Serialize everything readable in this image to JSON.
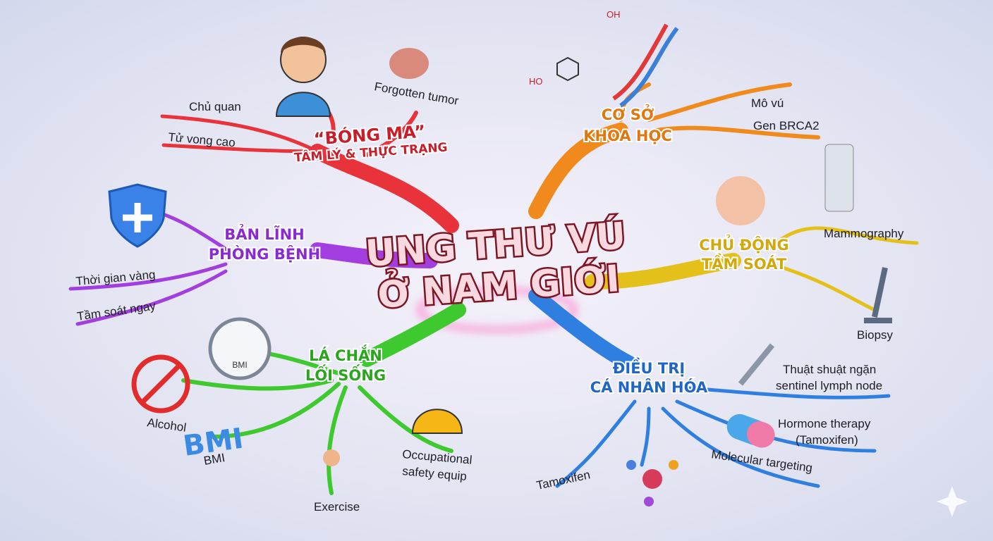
{
  "title": {
    "line1": "UNG THƯ VÚ",
    "line2": "Ở NAM GIỚI"
  },
  "colors": {
    "psych": "#e8333a",
    "science": "#f08a1c",
    "screening": "#e3c11a",
    "treatment": "#2f7fe0",
    "lifestyle": "#3ec92e",
    "prevention": "#a23ee0"
  },
  "branches": {
    "psych": {
      "line1": "“BÓNG MA”",
      "line2": "TÂM LÝ & THỰC TRẠNG",
      "leaves": [
        "Chủ quan",
        "Tử vong cao",
        "Forgotten tumor"
      ]
    },
    "science": {
      "line1": "CƠ SỞ",
      "line2": "KHOA HỌC",
      "leaves": [
        "Mô vú",
        "Gen BRCA2"
      ],
      "icon_text": [
        "HO",
        "OH"
      ]
    },
    "screening": {
      "line1": "CHỦ ĐỘNG",
      "line2": "TẦM SOÁT",
      "leaves": [
        "Mammography",
        "Biopsy"
      ]
    },
    "treatment": {
      "line1": "ĐIỀU TRỊ",
      "line2": "CÁ NHÂN HÓA",
      "leaves": [
        "Thuật shuật ngặn",
        "sentinel lymph node",
        "Hormone therapy",
        "(Tamoxifen)",
        "Molecular targeting",
        "Tamoxifen"
      ]
    },
    "lifestyle": {
      "line1": "LÁ CHẮN",
      "line2": "LỐI SỐNG",
      "leaves": [
        "Alcohol",
        "BMI",
        "Exercise",
        "Occupational",
        "safety equip"
      ],
      "icon_text": [
        "BMI",
        "BMI"
      ]
    },
    "prevention": {
      "line1": "BẢN LĨNH",
      "line2": "PHÒNG BỆNH",
      "leaves": [
        "Thời gian vàng",
        "Tầm soát ngay"
      ]
    }
  },
  "icons": [
    "worried-man-icon",
    "tumor-icon",
    "dna-icon",
    "molecule-icon",
    "mammography-machine-icon",
    "breast-exam-icon",
    "microscope-icon",
    "scalpel-icon",
    "pill-icon",
    "network-molecule-icon",
    "shield-cross-icon",
    "no-alcohol-icon",
    "bmi-gauge-icon",
    "runner-icon",
    "hard-hat-icon",
    "sparkle-icon"
  ]
}
